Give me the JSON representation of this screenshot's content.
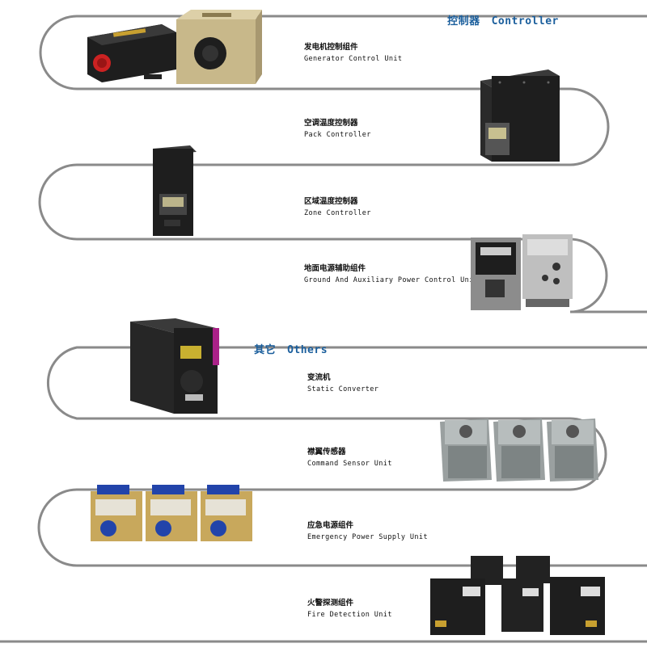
{
  "sections": [
    {
      "zh": "控制器",
      "en": "Controller"
    },
    {
      "zh": "其它",
      "en": "Others"
    }
  ],
  "items": [
    {
      "zh": "发电机控制组件",
      "en": "Generator Control Unit"
    },
    {
      "zh": "空调温度控制器",
      "en": "Pack Controller"
    },
    {
      "zh": "区域温度控制器",
      "en": "Zone Controller"
    },
    {
      "zh": "地面电源辅助组件",
      "en": "Ground And Auxiliary Power Control Unit"
    },
    {
      "zh": "变流机",
      "en": "Static Converter"
    },
    {
      "zh": "襟翼传感器",
      "en": "Command Sensor Unit"
    },
    {
      "zh": "应急电源组件",
      "en": "Emergency Power Supply Unit"
    },
    {
      "zh": "火警探测组件",
      "en": "Fire Detection Unit"
    }
  ],
  "colors": {
    "track": "#8a8a8a",
    "title": "#1a5e9c",
    "housing_dark": "#1e1e1e",
    "housing_tan": "#c8b88a",
    "housing_steel": "#9aa0a0",
    "accent_blue": "#2244aa",
    "accent_red": "#cc2222"
  }
}
